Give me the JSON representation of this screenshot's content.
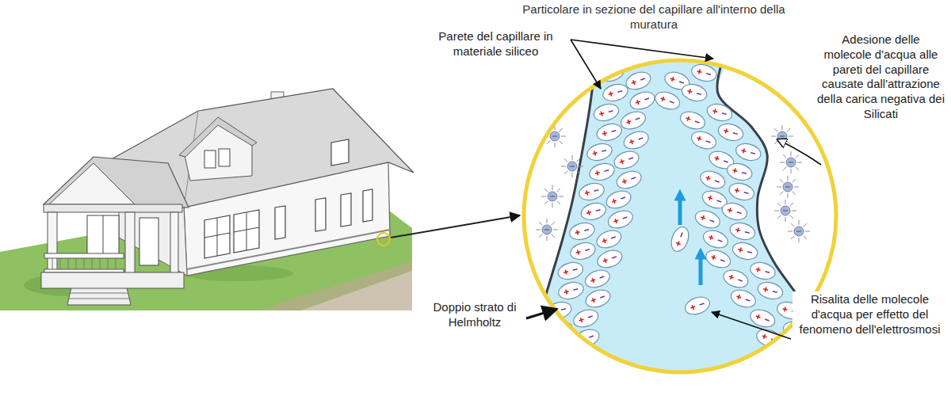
{
  "diagram": {
    "title": "Particolare in sezione del capillare all'interno della muratura",
    "labels": [
      "Parete del capillare in materiale siliceo",
      "Adesione delle molecole d'acqua alle pareti del capillare causate dall'attrazione della carica negativa dei Silicati",
      "Doppio strato di Helmholtz",
      "Risalita delle molecole d'acqua per effetto del fenomeno dell'elettrosmosi"
    ]
  }
}
